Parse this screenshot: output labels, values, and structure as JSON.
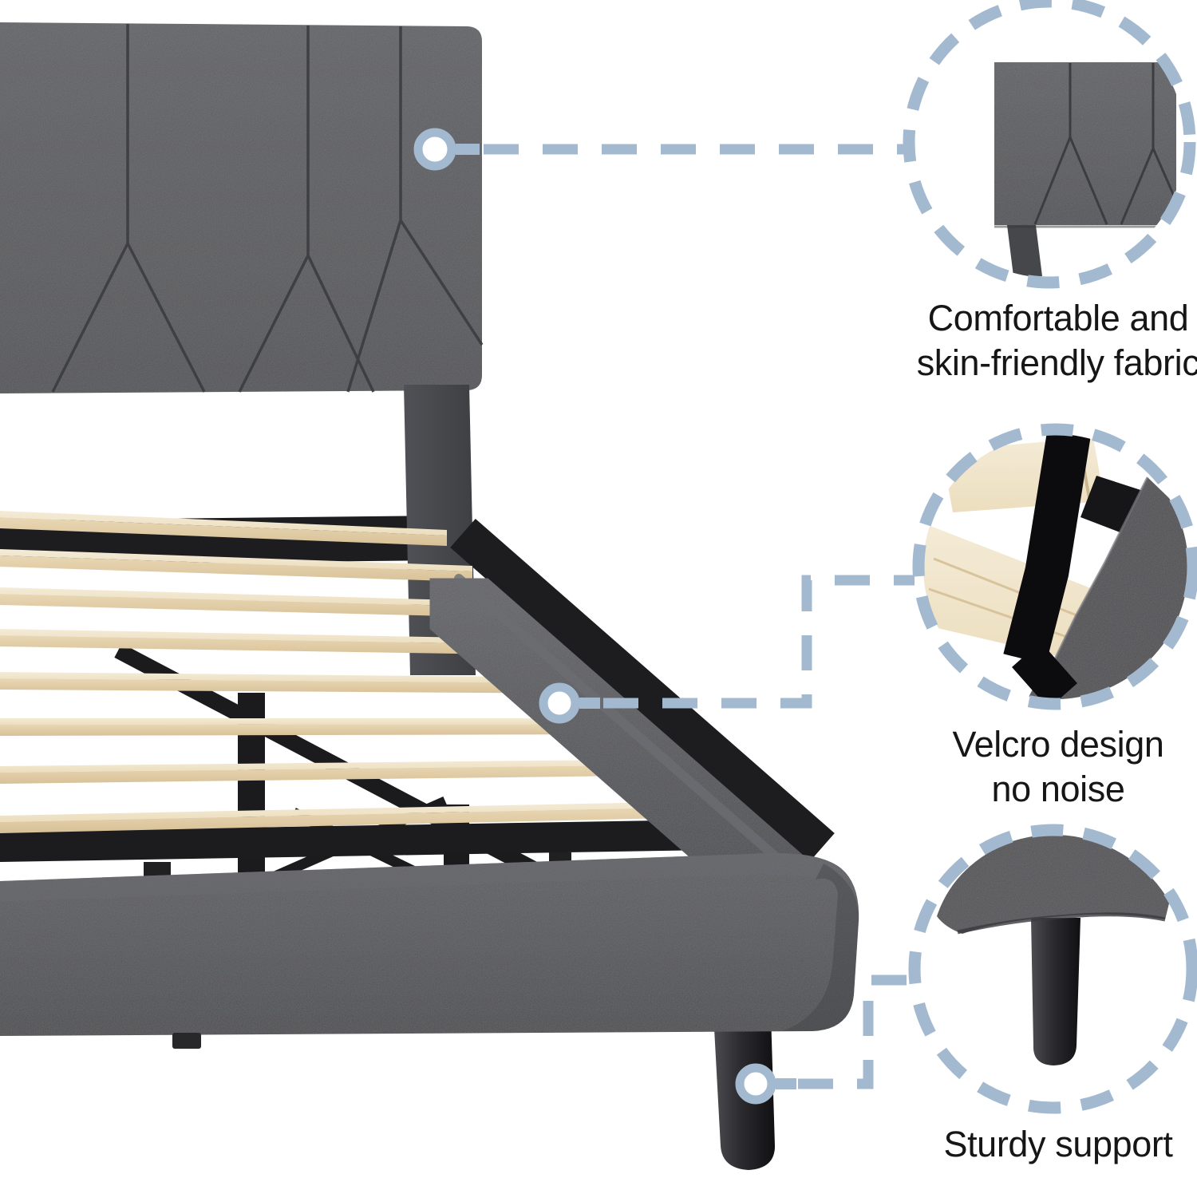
{
  "type": "product-feature-infographic",
  "subject": "upholstered platform bed frame with wood slats",
  "background": "#ffffff",
  "colors": {
    "callout_blue": "#a3b9cf",
    "fabric_gray": "#56575a",
    "fabric_dark": "#4a4b4e",
    "wood_light": "#f1e7d1",
    "wood_shade": "#ddc8a2",
    "metal_black": "#1d1d20",
    "metal_gray": "#47484b",
    "leg_black": "#29292c",
    "text": "#161616"
  },
  "features": [
    {
      "id": "fabric",
      "caption_lines": [
        "Comfortable and",
        "skin-friendly fabric"
      ],
      "illustration": "headboard-corner-closeup"
    },
    {
      "id": "velcro",
      "caption_lines": [
        "Velcro design",
        "no noise"
      ],
      "illustration": "slat-velcro-strap-closeup"
    },
    {
      "id": "support",
      "caption_lines": [
        "Sturdy support"
      ],
      "illustration": "bed-leg-closeup"
    }
  ]
}
